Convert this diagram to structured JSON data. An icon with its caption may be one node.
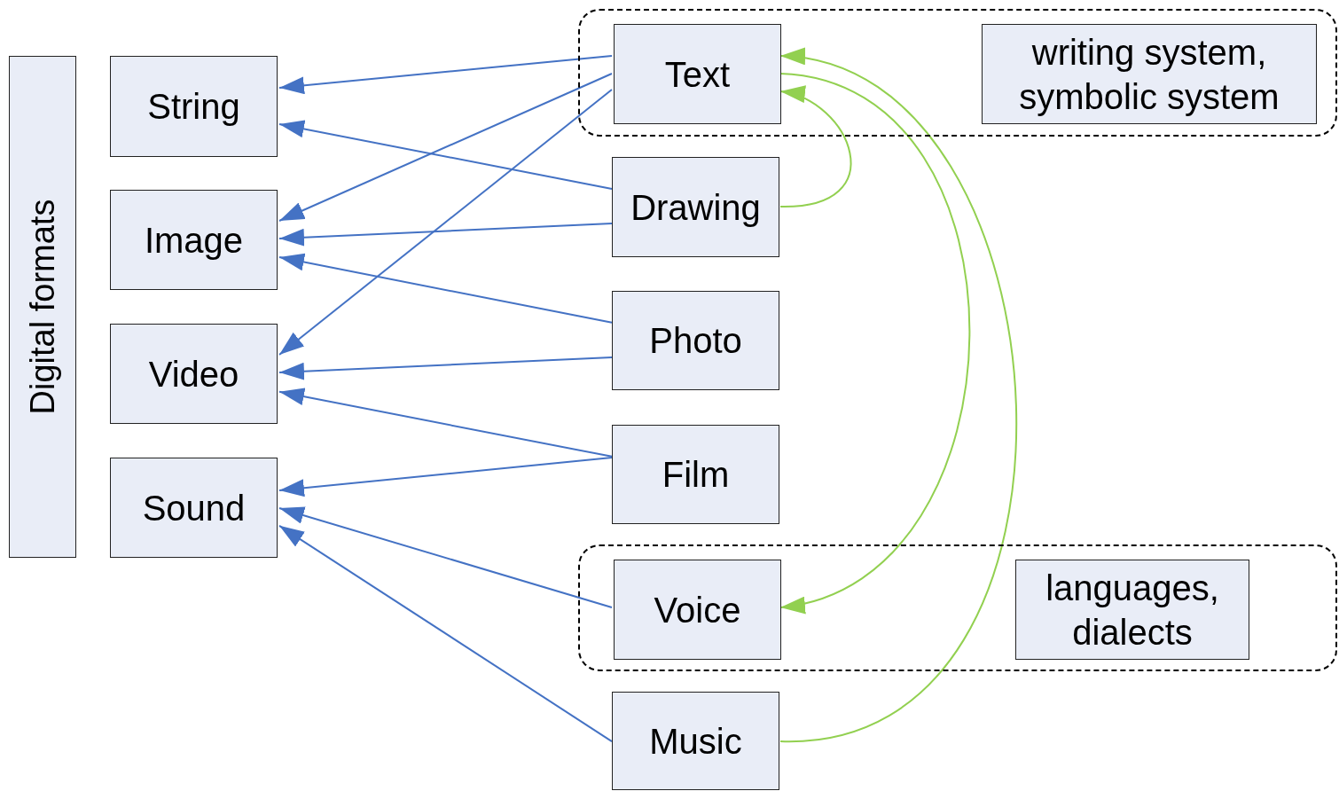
{
  "diagram": {
    "nodes": [
      {
        "text": [
          "Digital formats"
        ]
      },
      {
        "text": [
          "String"
        ]
      },
      {
        "text": [
          "Image"
        ]
      },
      {
        "text": [
          "Video"
        ]
      },
      {
        "text": [
          "Sound"
        ]
      },
      {
        "text": [],
        "shape": "box"
      },
      {
        "text": [
          "Text"
        ],
        "in": 5
      },
      {
        "text": [
          "writing system, symbolic system"
        ],
        "in": 5
      },
      {
        "text": [
          "Drawing"
        ]
      },
      {
        "text": [
          "Photo"
        ]
      },
      {
        "text": [
          "Film"
        ]
      },
      {
        "text": [],
        "shape": "box"
      },
      {
        "text": [
          "Voice"
        ],
        "in": 11
      },
      {
        "text": [
          "languages, dialects"
        ],
        "in": 11
      },
      {
        "text": [
          "Music"
        ]
      }
    ],
    "edges": [
      {
        "from": 6,
        "to": 1,
        "arrow": "to"
      },
      {
        "from": 6,
        "to": 2,
        "arrow": "to"
      },
      {
        "from": 6,
        "to": 3,
        "arrow": "to"
      },
      {
        "from": 8,
        "to": 1,
        "arrow": "to"
      },
      {
        "from": 8,
        "to": 2,
        "arrow": "to"
      },
      {
        "from": 9,
        "to": 2,
        "arrow": "to"
      },
      {
        "from": 9,
        "to": 3,
        "arrow": "to"
      },
      {
        "from": 10,
        "to": 3,
        "arrow": "to"
      },
      {
        "from": 10,
        "to": 4,
        "arrow": "to"
      },
      {
        "from": 12,
        "to": 4,
        "arrow": "to"
      },
      {
        "from": 14,
        "to": 4,
        "arrow": "to"
      },
      {
        "from": 8,
        "to": 6,
        "arrow": "to",
        "color": "#92d050"
      },
      {
        "from": 14,
        "to": 6,
        "arrow": "to",
        "color": "#92d050"
      },
      {
        "from": 6,
        "to": 12,
        "arrow": "to",
        "color": "#92d050"
      }
    ]
  }
}
